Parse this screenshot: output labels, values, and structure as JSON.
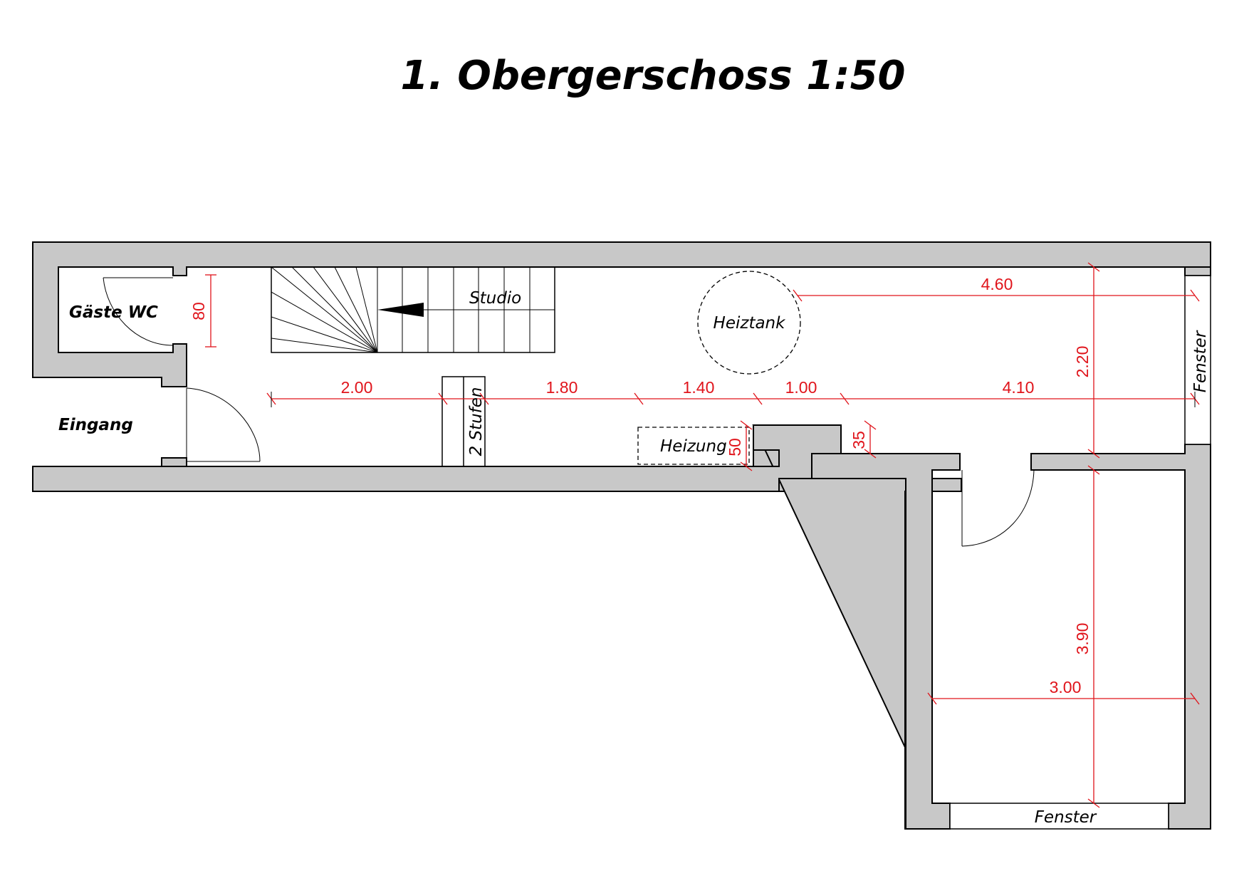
{
  "title": "1. Obergerschoss 1:50",
  "rooms": {
    "guest_wc": "Gäste WC",
    "entrance": "Eingang",
    "studio": "Studio",
    "heating_tank": "Heiztank",
    "heating": "Heizung",
    "steps": "2 Stufen",
    "window_right": "Fenster",
    "window_bottom": "Fenster"
  },
  "dimensions": {
    "wc_door": "80",
    "seg_1": "2.00",
    "seg_2": "1.80",
    "seg_3": "1.40",
    "seg_4": "1.00",
    "seg_5": "4.10",
    "upper_right": "4.60",
    "height_upper": "2.20",
    "heizung_depth": "50",
    "niche_depth": "35",
    "room_height": "3.90",
    "room_width": "3.00"
  },
  "colors": {
    "wall_fill": "#c8c8c8",
    "dimension": "#e0141b",
    "line": "#000000"
  }
}
